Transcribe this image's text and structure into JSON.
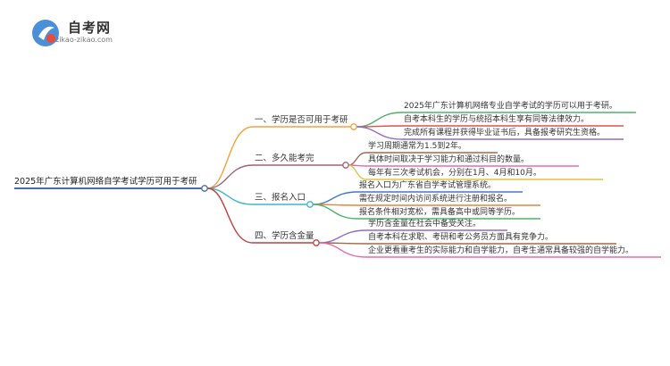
{
  "logo": {
    "title": "自考网",
    "url": "zikao-zikao.com",
    "icon": "zikao-logo-icon"
  },
  "root": {
    "label": "2025年广东计算机网络自学考试学历可用于考研",
    "color": "#4a6fa5"
  },
  "branches": [
    {
      "label": "一、学历是否可用于考研",
      "color": "#f0a23c",
      "leaves": [
        {
          "text": "2025年广东计算机网络专业自学考试的学历可以用于考研。",
          "color": "#4db36b"
        },
        {
          "text": "自考本科生的学历与统招本科生享有同等法律效力。",
          "color": "#e0524a"
        },
        {
          "text": "完成所有课程并获得毕业证书后，具备报考研究生资格。",
          "color": "#8e6cc9"
        }
      ]
    },
    {
      "label": "二、多久能考完",
      "color": "#a0627a",
      "leaves": [
        {
          "text": "学习周期通常为1.5到2年。",
          "color": "#9b6a4f"
        },
        {
          "text": "具体时间取决于学习能力和通过科目的数量。",
          "color": "#e96aa8"
        },
        {
          "text": "每年有三次考试机会，分别在1月、4月和10月。",
          "color": "#d9c54a"
        }
      ]
    },
    {
      "label": "三、报名入口",
      "color": "#3fb6c9",
      "leaves": [
        {
          "text": "报名入口为广东省自学考试管理系统。",
          "color": "#3f79c9"
        },
        {
          "text": "需在规定时间内访问系统进行注册和报名。",
          "color": "#e0873a"
        },
        {
          "text": "报名条件相对宽松，需具备高中或同等学历。",
          "color": "#4db36b"
        }
      ]
    },
    {
      "label": "四、学历含金量",
      "color": "#c0413c",
      "leaves": [
        {
          "text": "学历含金量在社会中备受关注。",
          "color": "#8e6cc9"
        },
        {
          "text": "自考本科在求职、考研和考公务员方面具有竞争力。",
          "color": "#9b6a4f"
        },
        {
          "text": "企业更看重考生的实际能力和自学能力，自考生通常具备较强的自学能力。",
          "color": "#e96aa8"
        }
      ]
    }
  ]
}
